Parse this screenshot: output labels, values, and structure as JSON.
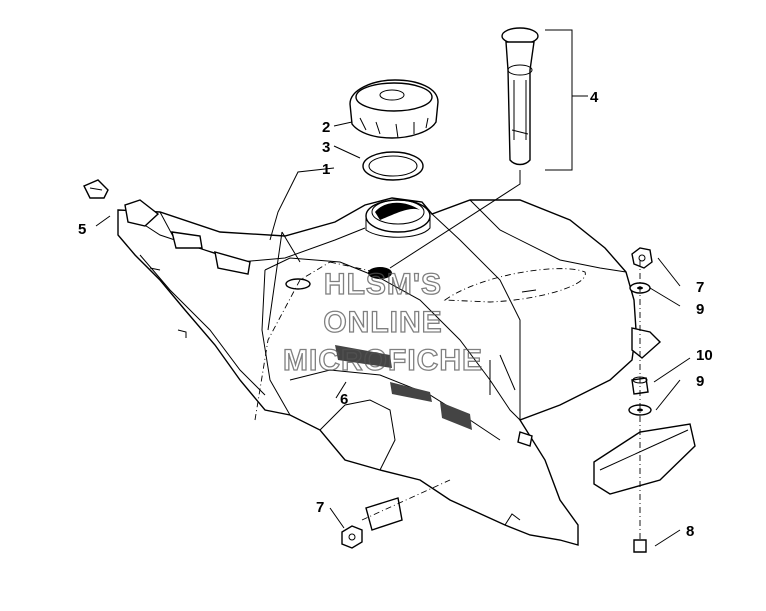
{
  "diagram": {
    "callouts": [
      {
        "id": "c1",
        "text": "1"
      },
      {
        "id": "c2",
        "text": "2"
      },
      {
        "id": "c3",
        "text": "3"
      },
      {
        "id": "c4",
        "text": "4"
      },
      {
        "id": "c5",
        "text": "5"
      },
      {
        "id": "c6",
        "text": "6"
      },
      {
        "id": "c7a",
        "text": "7"
      },
      {
        "id": "c7b",
        "text": "7"
      },
      {
        "id": "c8",
        "text": "8"
      },
      {
        "id": "c9a",
        "text": "9"
      },
      {
        "id": "c9b",
        "text": "9"
      },
      {
        "id": "c10",
        "text": "10"
      }
    ],
    "watermark": [
      "HLSM'S",
      "ONLINE",
      "MICROFICHE"
    ]
  }
}
